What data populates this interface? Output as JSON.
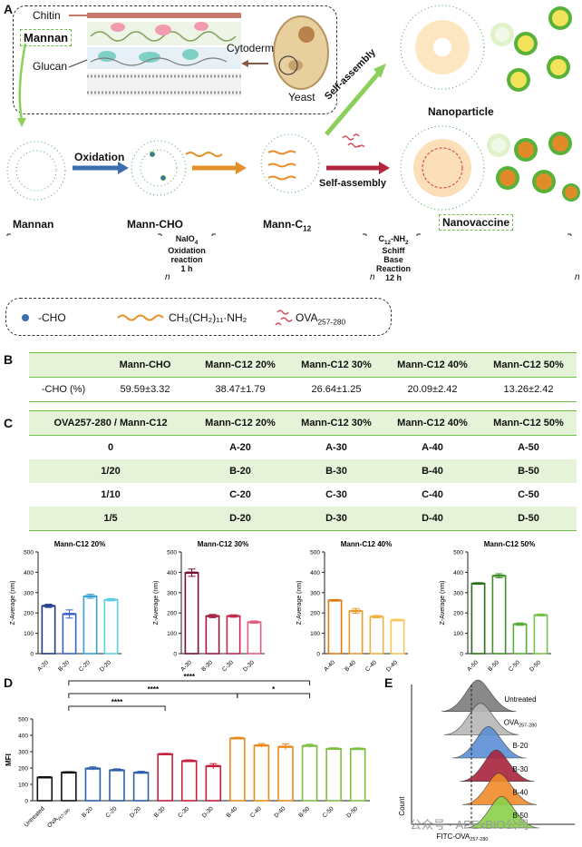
{
  "panel_labels": {
    "a": "A",
    "b": "B",
    "c": "C",
    "d": "D",
    "e": "E"
  },
  "panel_a": {
    "chitin": "Chitin",
    "mannan_box": "Mannan",
    "glucan": "Glucan",
    "cytoderm": "Cytoderm",
    "yeast": "Yeast",
    "nanoparticle": "Nanoparticle",
    "self_assembly_1": "Self-assembly",
    "self_assembly_2": "Self-assembly",
    "oxidation": "Oxidation",
    "nanovaccine": "Nanovaccine",
    "stage_mannan": "Mannan",
    "stage_mann_cho": "Mann-CHO",
    "stage_mann_c12": "Mann-C",
    "c12_sub": "12",
    "r1_l1": "NaIO",
    "r1_sub": "4",
    "r1_l2": "Oxidation",
    "r1_l3": "reaction",
    "r1_l4": "1 h",
    "r2_l1": "C",
    "r2_sub1": "12",
    "r2_l1b": "-NH",
    "r2_sub2": "2",
    "r2_l2": "Schiff Base",
    "r2_l3": "Reaction",
    "r2_l4": "12 h",
    "n_label": "n",
    "legend_cho": "-CHO",
    "legend_amine": "CH₃(CH₂)₁₁·NH₂",
    "legend_ova": "OVA",
    "legend_ova_sub": "257-280"
  },
  "colors": {
    "green_mark": "#6fbf4a",
    "light_green": "#e6f3d8",
    "blue": "#3c6fb0",
    "red": "#b2263d",
    "orange": "#e6902a",
    "green": "#7cbf3c"
  },
  "table_b": {
    "headers": [
      "",
      "Mann-CHO",
      "Mann-C12 20%",
      "Mann-C12 30%",
      "Mann-C12 40%",
      "Mann-C12 50%"
    ],
    "row_label": "-CHO (%)",
    "values": [
      "59.59±3.32",
      "38.47±1.79",
      "26.64±1.25",
      "20.09±2.42",
      "13.26±2.42"
    ]
  },
  "table_c": {
    "headers": [
      "OVA257-280 / Mann-C12",
      "Mann-C12 20%",
      "Mann-C12 30%",
      "Mann-C12 40%",
      "Mann-C12 50%"
    ],
    "rows": [
      [
        "0",
        "A-20",
        "A-30",
        "A-40",
        "A-50"
      ],
      [
        "1/20",
        "B-20",
        "B-30",
        "B-40",
        "B-50"
      ],
      [
        "1/10",
        "C-20",
        "C-30",
        "C-40",
        "C-50"
      ],
      [
        "1/5",
        "D-20",
        "D-30",
        "D-40",
        "D-50"
      ]
    ]
  },
  "chart_data": [
    {
      "type": "bar",
      "title": "Mann-C12 20%",
      "ylabel": "Z-Average (nm)",
      "ylim": [
        0,
        500
      ],
      "yticks": [
        0,
        100,
        200,
        300,
        400,
        500
      ],
      "categories": [
        "A-20",
        "B-20",
        "C-20",
        "D-20"
      ],
      "values": [
        235,
        195,
        282,
        265
      ],
      "errors": [
        8,
        20,
        10,
        6
      ],
      "colors": [
        "#1f3b8c",
        "#3a63c9",
        "#37a1d1",
        "#5dd0e0"
      ]
    },
    {
      "type": "bar",
      "title": "Mann-C12 30%",
      "ylabel": "Z-Average (nm)",
      "ylim": [
        0,
        500
      ],
      "yticks": [
        0,
        100,
        200,
        300,
        400,
        500
      ],
      "categories": [
        "A-30",
        "B-30",
        "C-30",
        "D-30"
      ],
      "values": [
        398,
        185,
        185,
        155
      ],
      "errors": [
        18,
        8,
        6,
        6
      ],
      "colors": [
        "#7a0f2d",
        "#a0183c",
        "#c8284f",
        "#e0607f"
      ]
    },
    {
      "type": "bar",
      "title": "Mann-C12 40%",
      "ylabel": "Z-Average (nm)",
      "ylim": [
        0,
        500
      ],
      "yticks": [
        0,
        100,
        200,
        300,
        400,
        500
      ],
      "categories": [
        "A-40",
        "B-40",
        "C-40",
        "D-40"
      ],
      "values": [
        262,
        210,
        182,
        165
      ],
      "errors": [
        4,
        12,
        6,
        4
      ],
      "colors": [
        "#e07b10",
        "#eb9a30",
        "#f0b040",
        "#f5c65a"
      ]
    },
    {
      "type": "bar",
      "title": "Mann-C12 50%",
      "ylabel": "Z-Average (nm)",
      "ylim": [
        0,
        500
      ],
      "yticks": [
        0,
        100,
        200,
        300,
        400,
        500
      ],
      "categories": [
        "A-50",
        "B-50",
        "C-50",
        "D-50"
      ],
      "values": [
        345,
        383,
        145,
        190
      ],
      "errors": [
        4,
        10,
        6,
        5
      ],
      "colors": [
        "#2e6e1a",
        "#3f8f26",
        "#5aad3a",
        "#78c24e"
      ]
    },
    {
      "type": "bar",
      "title": "",
      "ylabel": "MFI",
      "ylim": [
        0,
        500
      ],
      "yticks": [
        0,
        100,
        200,
        300,
        400,
        500
      ],
      "categories": [
        "Untreated",
        "OVA257-280",
        "B-20",
        "C-20",
        "D-20",
        "B-30",
        "C-30",
        "D-30",
        "B-40",
        "C-40",
        "D-40",
        "B-50",
        "C-50",
        "D-50"
      ],
      "values": [
        143,
        173,
        197,
        187,
        172,
        285,
        243,
        212,
        382,
        338,
        330,
        336,
        318,
        317
      ],
      "errors": [
        4,
        5,
        10,
        8,
        8,
        5,
        7,
        15,
        6,
        12,
        18,
        10,
        6,
        6
      ],
      "colors": [
        "#111111",
        "#111111",
        "#2c5fa8",
        "#2c5fa8",
        "#2c5fa8",
        "#c3203b",
        "#c3203b",
        "#c3203b",
        "#e88a1a",
        "#e88a1a",
        "#e88a1a",
        "#7cbf3c",
        "#7cbf3c",
        "#7cbf3c"
      ],
      "significance": [
        {
          "from": "OVA257-280",
          "to": "B-50",
          "label": "****"
        },
        {
          "from": "OVA257-280",
          "to": "B-40",
          "label": "****"
        },
        {
          "from": "OVA257-280",
          "to": "B-30",
          "label": "****"
        },
        {
          "from": "B-40",
          "to": "B-50",
          "label": "*"
        }
      ]
    },
    {
      "type": "area",
      "title": "",
      "xlabel": "FITC-OVA257-280",
      "ylabel": "Count",
      "series": [
        {
          "name": "Untreated",
          "color": "#7d7d7d"
        },
        {
          "name": "OVA257-280",
          "color": "#b8b8b8"
        },
        {
          "name": "B-20",
          "color": "#5b8fd6"
        },
        {
          "name": "B-30",
          "color": "#a8243c"
        },
        {
          "name": "B-40",
          "color": "#f08a2a"
        },
        {
          "name": "B-50",
          "color": "#8bd14a"
        }
      ]
    }
  ],
  "panel_e": {
    "xlabel": "FITC-OVA",
    "xlabel_sub": "257-280",
    "ylabel": "Count",
    "labels": [
      "Untreated",
      "OVA",
      "B-20",
      "B-30",
      "B-40",
      "B-50"
    ],
    "ova_sub": "257-280"
  },
  "watermark": "公众号 · APExBIO公司"
}
